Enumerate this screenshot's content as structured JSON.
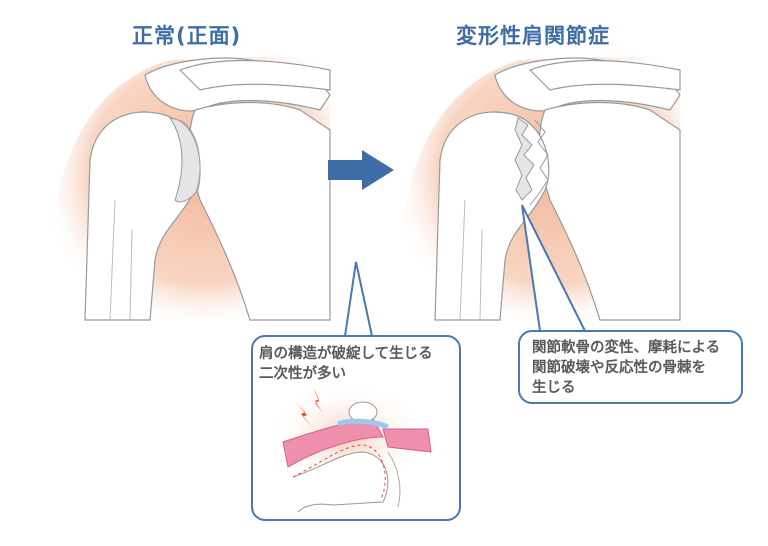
{
  "titles": {
    "normal": "正常(正面)",
    "oa": "変形性肩関節症"
  },
  "callouts": {
    "secondary": {
      "lines": [
        "肩の構造が破綻して生じる",
        "二次性が多い"
      ]
    },
    "cartilage": {
      "lines": [
        "関節軟骨の変性、摩耗による",
        "関節破壊や反応性の骨棘を",
        "生じる"
      ]
    }
  },
  "colors": {
    "accent": "#3f6ea6",
    "box_border": "#4a78b0",
    "skin": "#f6c9b0",
    "muscle": "#e8789a",
    "pain": "#f0522a"
  }
}
